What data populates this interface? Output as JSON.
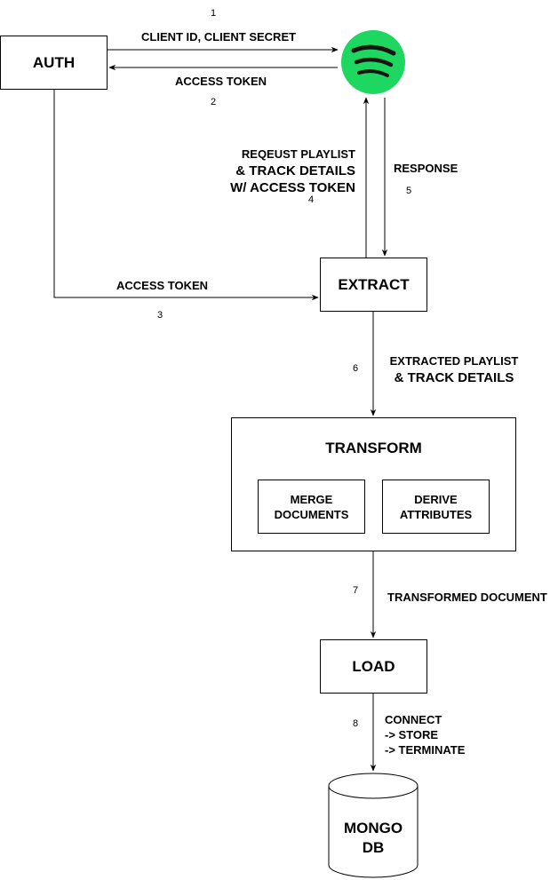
{
  "nodes": {
    "auth": "AUTH",
    "extract": "EXTRACT",
    "transform": "TRANSFORM",
    "merge": [
      "MERGE",
      "DOCUMENTS"
    ],
    "derive": [
      "DERIVE",
      "ATTRIBUTES"
    ],
    "load": "LOAD",
    "mongo": [
      "MONGO",
      "DB"
    ],
    "spotify_icon": "spotify-logo-icon"
  },
  "edges": {
    "e1": {
      "step": "1",
      "label": "CLIENT ID, CLIENT SECRET"
    },
    "e2": {
      "step": "2",
      "label": "ACCESS TOKEN"
    },
    "e3": {
      "step": "3",
      "label": "ACCESS TOKEN"
    },
    "e4": {
      "step": "4",
      "label": [
        "REQEUST PLAYLIST",
        "& TRACK DETAILS",
        "W/ ACCESS TOKEN"
      ]
    },
    "e5": {
      "step": "5",
      "label": "RESPONSE"
    },
    "e6": {
      "step": "6",
      "label": [
        "EXTRACTED PLAYLIST",
        "& TRACK DETAILS"
      ]
    },
    "e7": {
      "step": "7",
      "label": "TRANSFORMED DOCUMENT"
    },
    "e8": {
      "step": "8",
      "label": [
        "CONNECT",
        "-> STORE",
        "-> TERMINATE"
      ]
    }
  },
  "colors": {
    "spotify_green": "#1ed760",
    "line": "#000000"
  }
}
